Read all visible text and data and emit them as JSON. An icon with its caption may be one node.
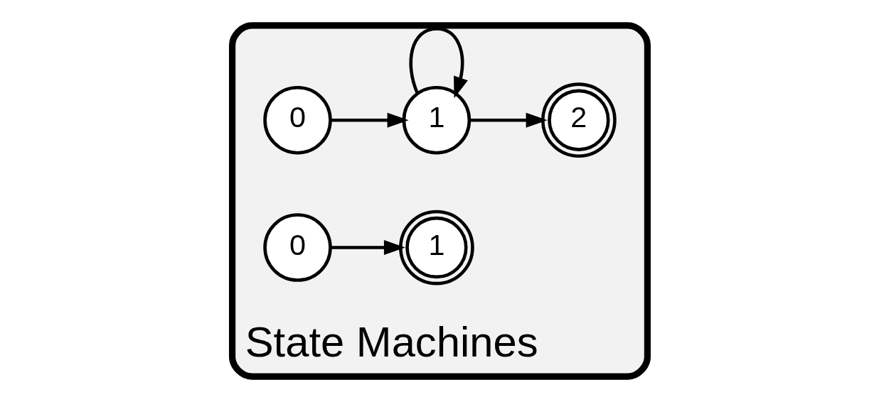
{
  "diagram": {
    "nodes": [
      {
        "text": [
          "State Machines"
        ]
      },
      {
        "text": [
          "0"
        ],
        "in": 0
      },
      {
        "text": [
          "1"
        ],
        "in": 0
      },
      {
        "text": [
          "2"
        ],
        "in": 0
      },
      {
        "text": [
          "0"
        ],
        "in": 0
      },
      {
        "text": [
          "1"
        ],
        "in": 0
      }
    ],
    "edges": [
      {
        "from": 1,
        "to": 2,
        "arrow": "to"
      },
      {
        "from": 2,
        "to": 2,
        "arrow": "to"
      },
      {
        "from": 2,
        "to": 3,
        "arrow": "to"
      },
      {
        "from": 4,
        "to": 5,
        "arrow": "to"
      }
    ]
  }
}
